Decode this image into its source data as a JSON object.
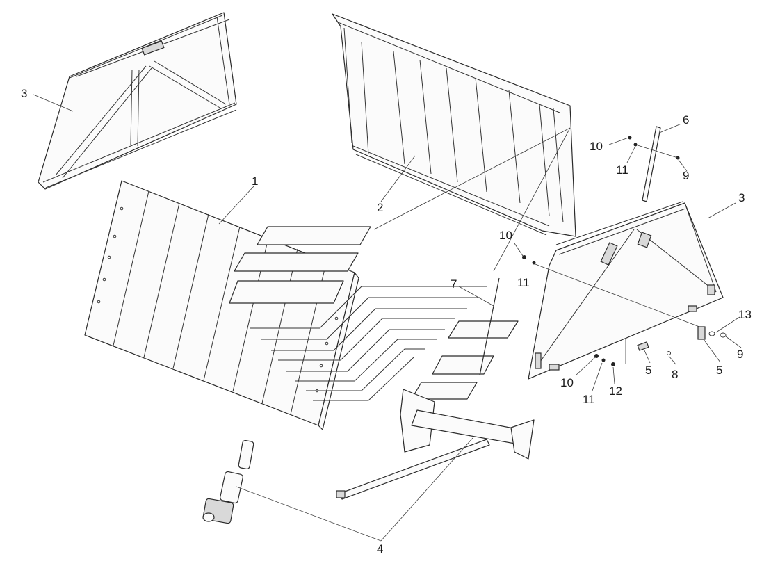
{
  "callouts": {
    "c1": "1",
    "c2": "2",
    "c3a": "3",
    "c3b": "3",
    "c4": "4",
    "c5a": "5",
    "c5b": "5",
    "c6": "6",
    "c7": "7",
    "c8": "8",
    "c9a": "9",
    "c9b": "9",
    "c10a": "10",
    "c10b": "10",
    "c10c": "10",
    "c11a": "11",
    "c11b": "11",
    "c11c": "11",
    "c12": "12",
    "c13": "13"
  },
  "colors": {
    "line": "#2a2a2a",
    "background": "#ffffff",
    "fill": "#fbfbfb"
  }
}
